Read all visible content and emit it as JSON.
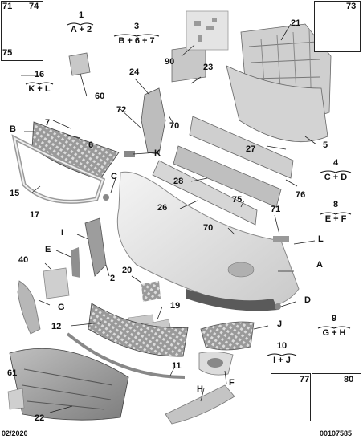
{
  "callouts": {
    "c1": "1",
    "c3": "3",
    "c4": "4",
    "c5": "5",
    "c6": "6",
    "c7": "7",
    "c8": "8",
    "c9": "9",
    "c10": "10",
    "c11": "11",
    "c12": "12",
    "c15": "15",
    "c16": "16",
    "c17": "17",
    "c19": "19",
    "c20": "20",
    "c21": "21",
    "c22": "22",
    "c23": "23",
    "c24": "24",
    "c26": "26",
    "c27": "27",
    "c28": "28",
    "c40": "40",
    "c60": "60",
    "c61": "61",
    "c70a": "70",
    "c70b": "70",
    "c71a": "71",
    "c71b": "71",
    "c72": "72",
    "c73": "73",
    "c74": "74",
    "c75": "75",
    "c75b": "75",
    "c76": "76",
    "c77": "77",
    "c80": "80",
    "c90": "90",
    "c2": "2",
    "lA": "A",
    "lB": "B",
    "lC": "C",
    "lD": "D",
    "lE": "E",
    "lF": "F",
    "lG": "G",
    "lH": "H",
    "lI": "I",
    "lJ": "J",
    "lK": "K",
    "lL": "L"
  },
  "formulas": {
    "f1": "A + 2",
    "f3": "B + 6 + 7",
    "f4": "C + D",
    "f8": "E + F",
    "f9": "G + H",
    "f10": "I + J",
    "f16": "K + L"
  },
  "footer": {
    "date": "02/2020",
    "ref": "00107585"
  }
}
